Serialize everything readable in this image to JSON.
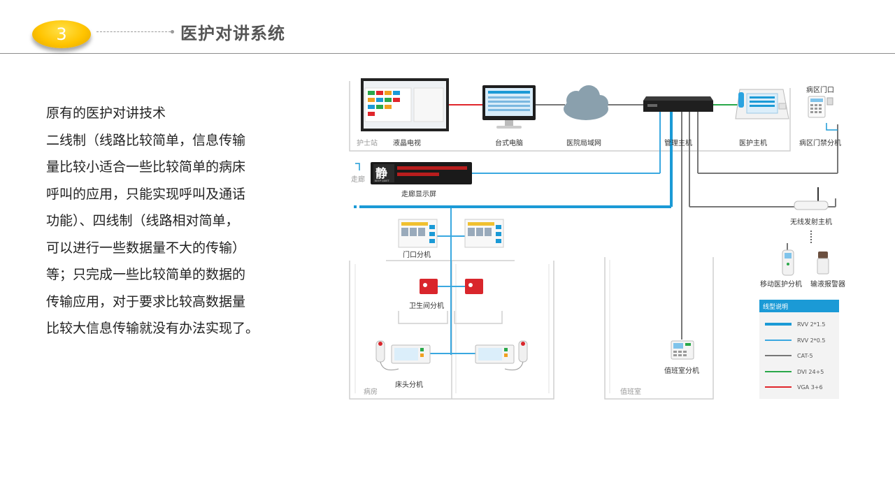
{
  "header": {
    "section_number": "3",
    "title": "医护对讲系统"
  },
  "body": {
    "lines": [
      "原有的医护对讲技术",
      "二线制（线路比较简单，信息传输",
      "量比较小适合一些比较简单的病床",
      "呼叫的应用，只能实现呼叫及通话",
      "功能）、四线制（线路相对简单，",
      "可以进行一些数据量不大的传输）",
      "等；只完成一些比较简单的数据的",
      "传输应用，对于要求比较高数据量",
      "比较大信息传输就没有办法实现了。"
    ]
  },
  "diagram": {
    "zones": {
      "nurse_station": "护士站",
      "corridor": "走廊",
      "ward_entrance": "病区门口",
      "ward": "病房",
      "duty_room": "值班室"
    },
    "devices": {
      "lcd_tv": "液晶电视",
      "desktop_pc": "台式电脑",
      "hospital_lan": "医院局域网",
      "management_host": "管理主机",
      "nurse_host": "医护主机",
      "ward_access_unit": "病区门禁分机",
      "corridor_display": "走廊显示屏",
      "wireless_transmitter": "无线发射主机",
      "mobile_unit": "移动医护分机",
      "infusion_alarm": "输液报警器",
      "door_unit": "门口分机",
      "bathroom_unit": "卫生间分机",
      "bedside_unit": "床头分机",
      "duty_room_unit": "值班室分机"
    },
    "display_screen": {
      "char": "静",
      "sub": "KEEP QUIET"
    },
    "legend": {
      "title": "线型说明",
      "items": [
        {
          "label": "RVV 2*1.5",
          "color": "#1b9ad6"
        },
        {
          "label": "RVV 2*0.5",
          "color": "#3aa8e0"
        },
        {
          "label": "CAT-5",
          "color": "#777777"
        },
        {
          "label": "DVI 24+5",
          "color": "#2aa84a"
        },
        {
          "label": "VGA 3+6",
          "color": "#e0262c"
        }
      ]
    },
    "colors": {
      "accent": "#1b9ad6",
      "badge": "#ffc400"
    }
  }
}
